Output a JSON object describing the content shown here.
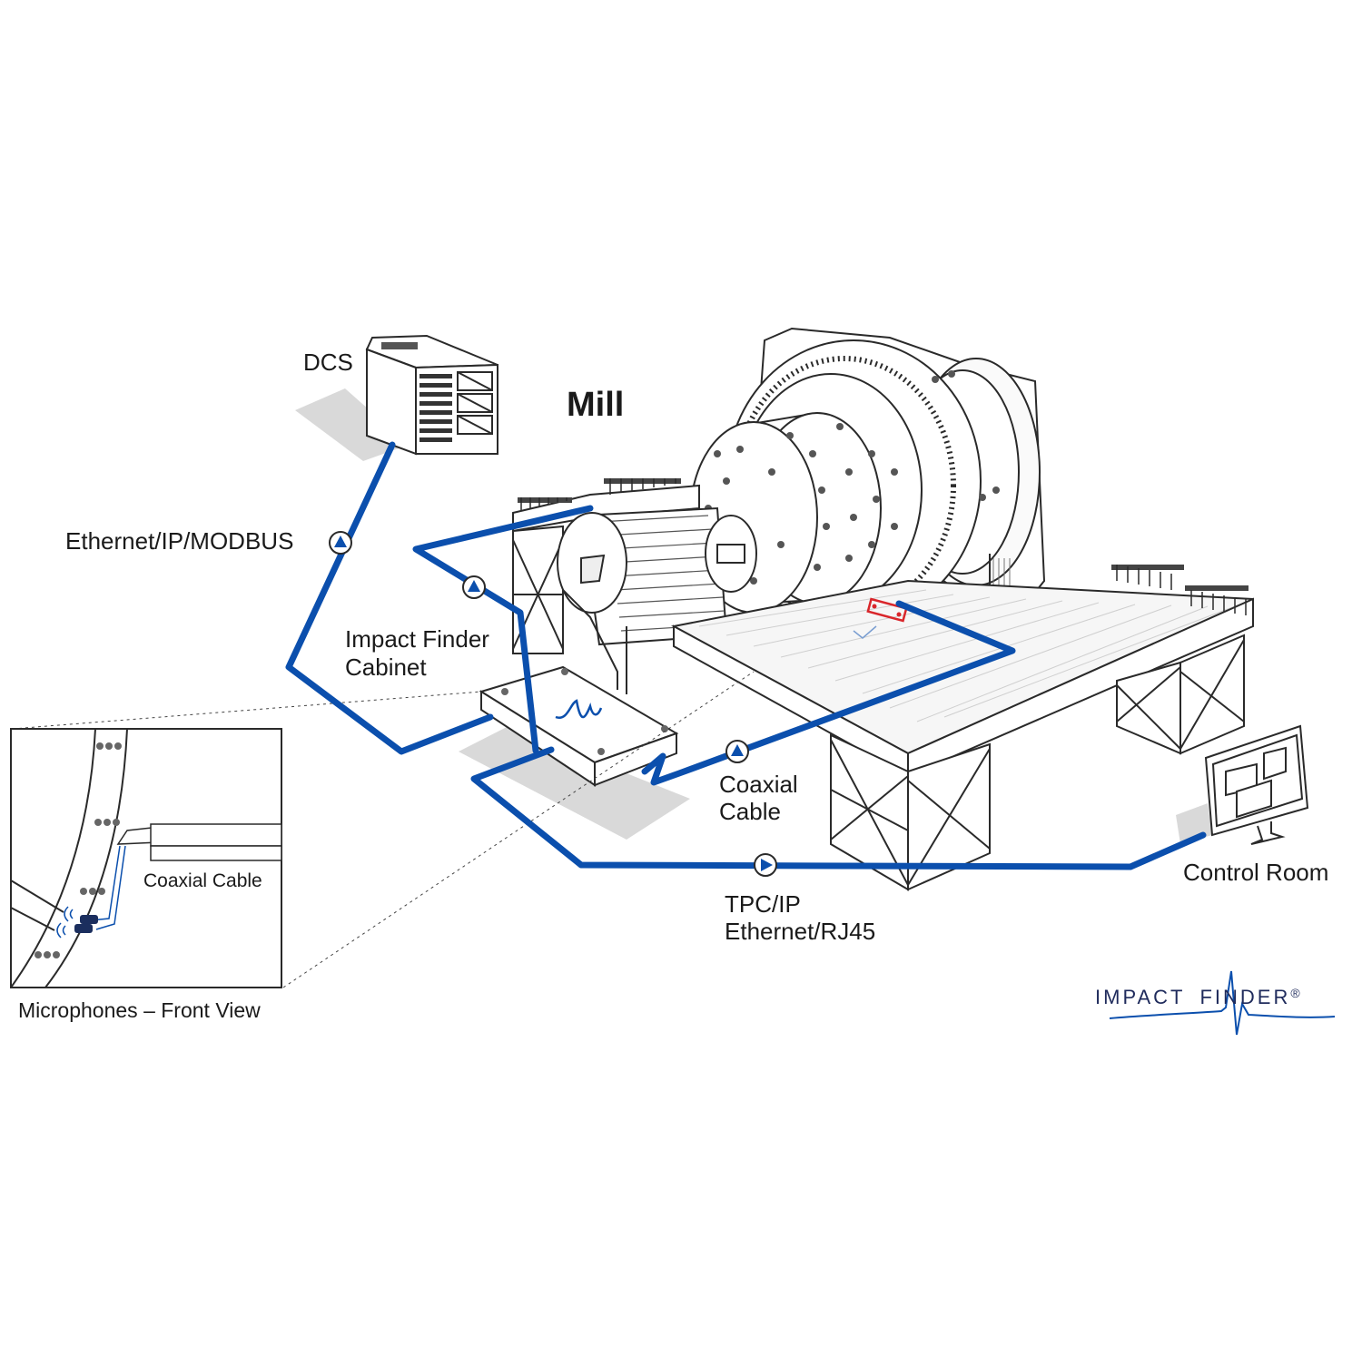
{
  "title": "Mill",
  "labels": {
    "dcs": "DCS",
    "ethernet_modbus": "Ethernet/IP/MODBUS",
    "cabinet_line1": "Impact Finder",
    "cabinet_line2": "Cabinet",
    "coax_line1": "Coaxial",
    "coax_line2": "Cable",
    "tpc_line1": "TPC/IP",
    "tpc_line2": "Ethernet/RJ45",
    "control_room": "Control Room",
    "inset_coax": "Coaxial Cable",
    "inset_caption": "Microphones – Front View"
  },
  "logo": {
    "left": "IMPACT",
    "right": "FINDER",
    "mark": "®"
  },
  "colors": {
    "cable": "#0b4fad",
    "outline": "#2a2a2a",
    "shadow": "#d9d9d9",
    "sensor": "#d9262b",
    "logo": "#1f2b5c"
  },
  "icons": [
    "server-rack-icon",
    "monitor-icon",
    "direction-arrow-icon",
    "wave-signal-icon",
    "microphone-icon"
  ]
}
